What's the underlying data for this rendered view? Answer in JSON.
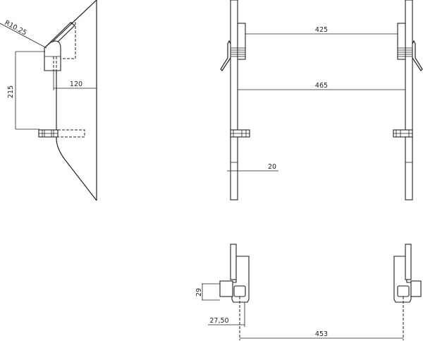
{
  "side_view": {
    "radius_label": "R10.25",
    "height_label": "215",
    "depth_label": "120"
  },
  "front_view": {
    "inner_width_label": "425",
    "outer_width_label": "465",
    "post_width_label": "20"
  },
  "top_view": {
    "block_height_label": "29",
    "offset_label": "27,50",
    "center_distance_label": "453"
  }
}
